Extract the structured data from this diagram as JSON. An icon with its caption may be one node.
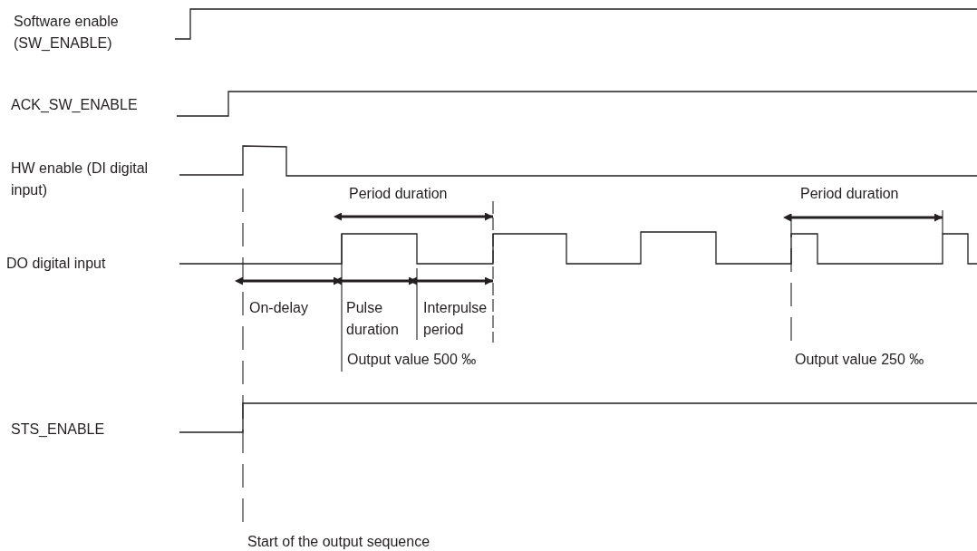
{
  "diagram": {
    "labels": [
      "Software enable (SW_ENABLE)",
      "ACK_SW_ENABLE",
      "HW enable (DI digital input)",
      "Period duration",
      "Period duration",
      "DO digital input",
      "On-delay",
      "Pulse duration",
      "Interpulse period",
      "Output value 500 ‰",
      "Output value 250 ‰",
      "STS_ENABLE",
      "Start of the output sequence"
    ]
  }
}
